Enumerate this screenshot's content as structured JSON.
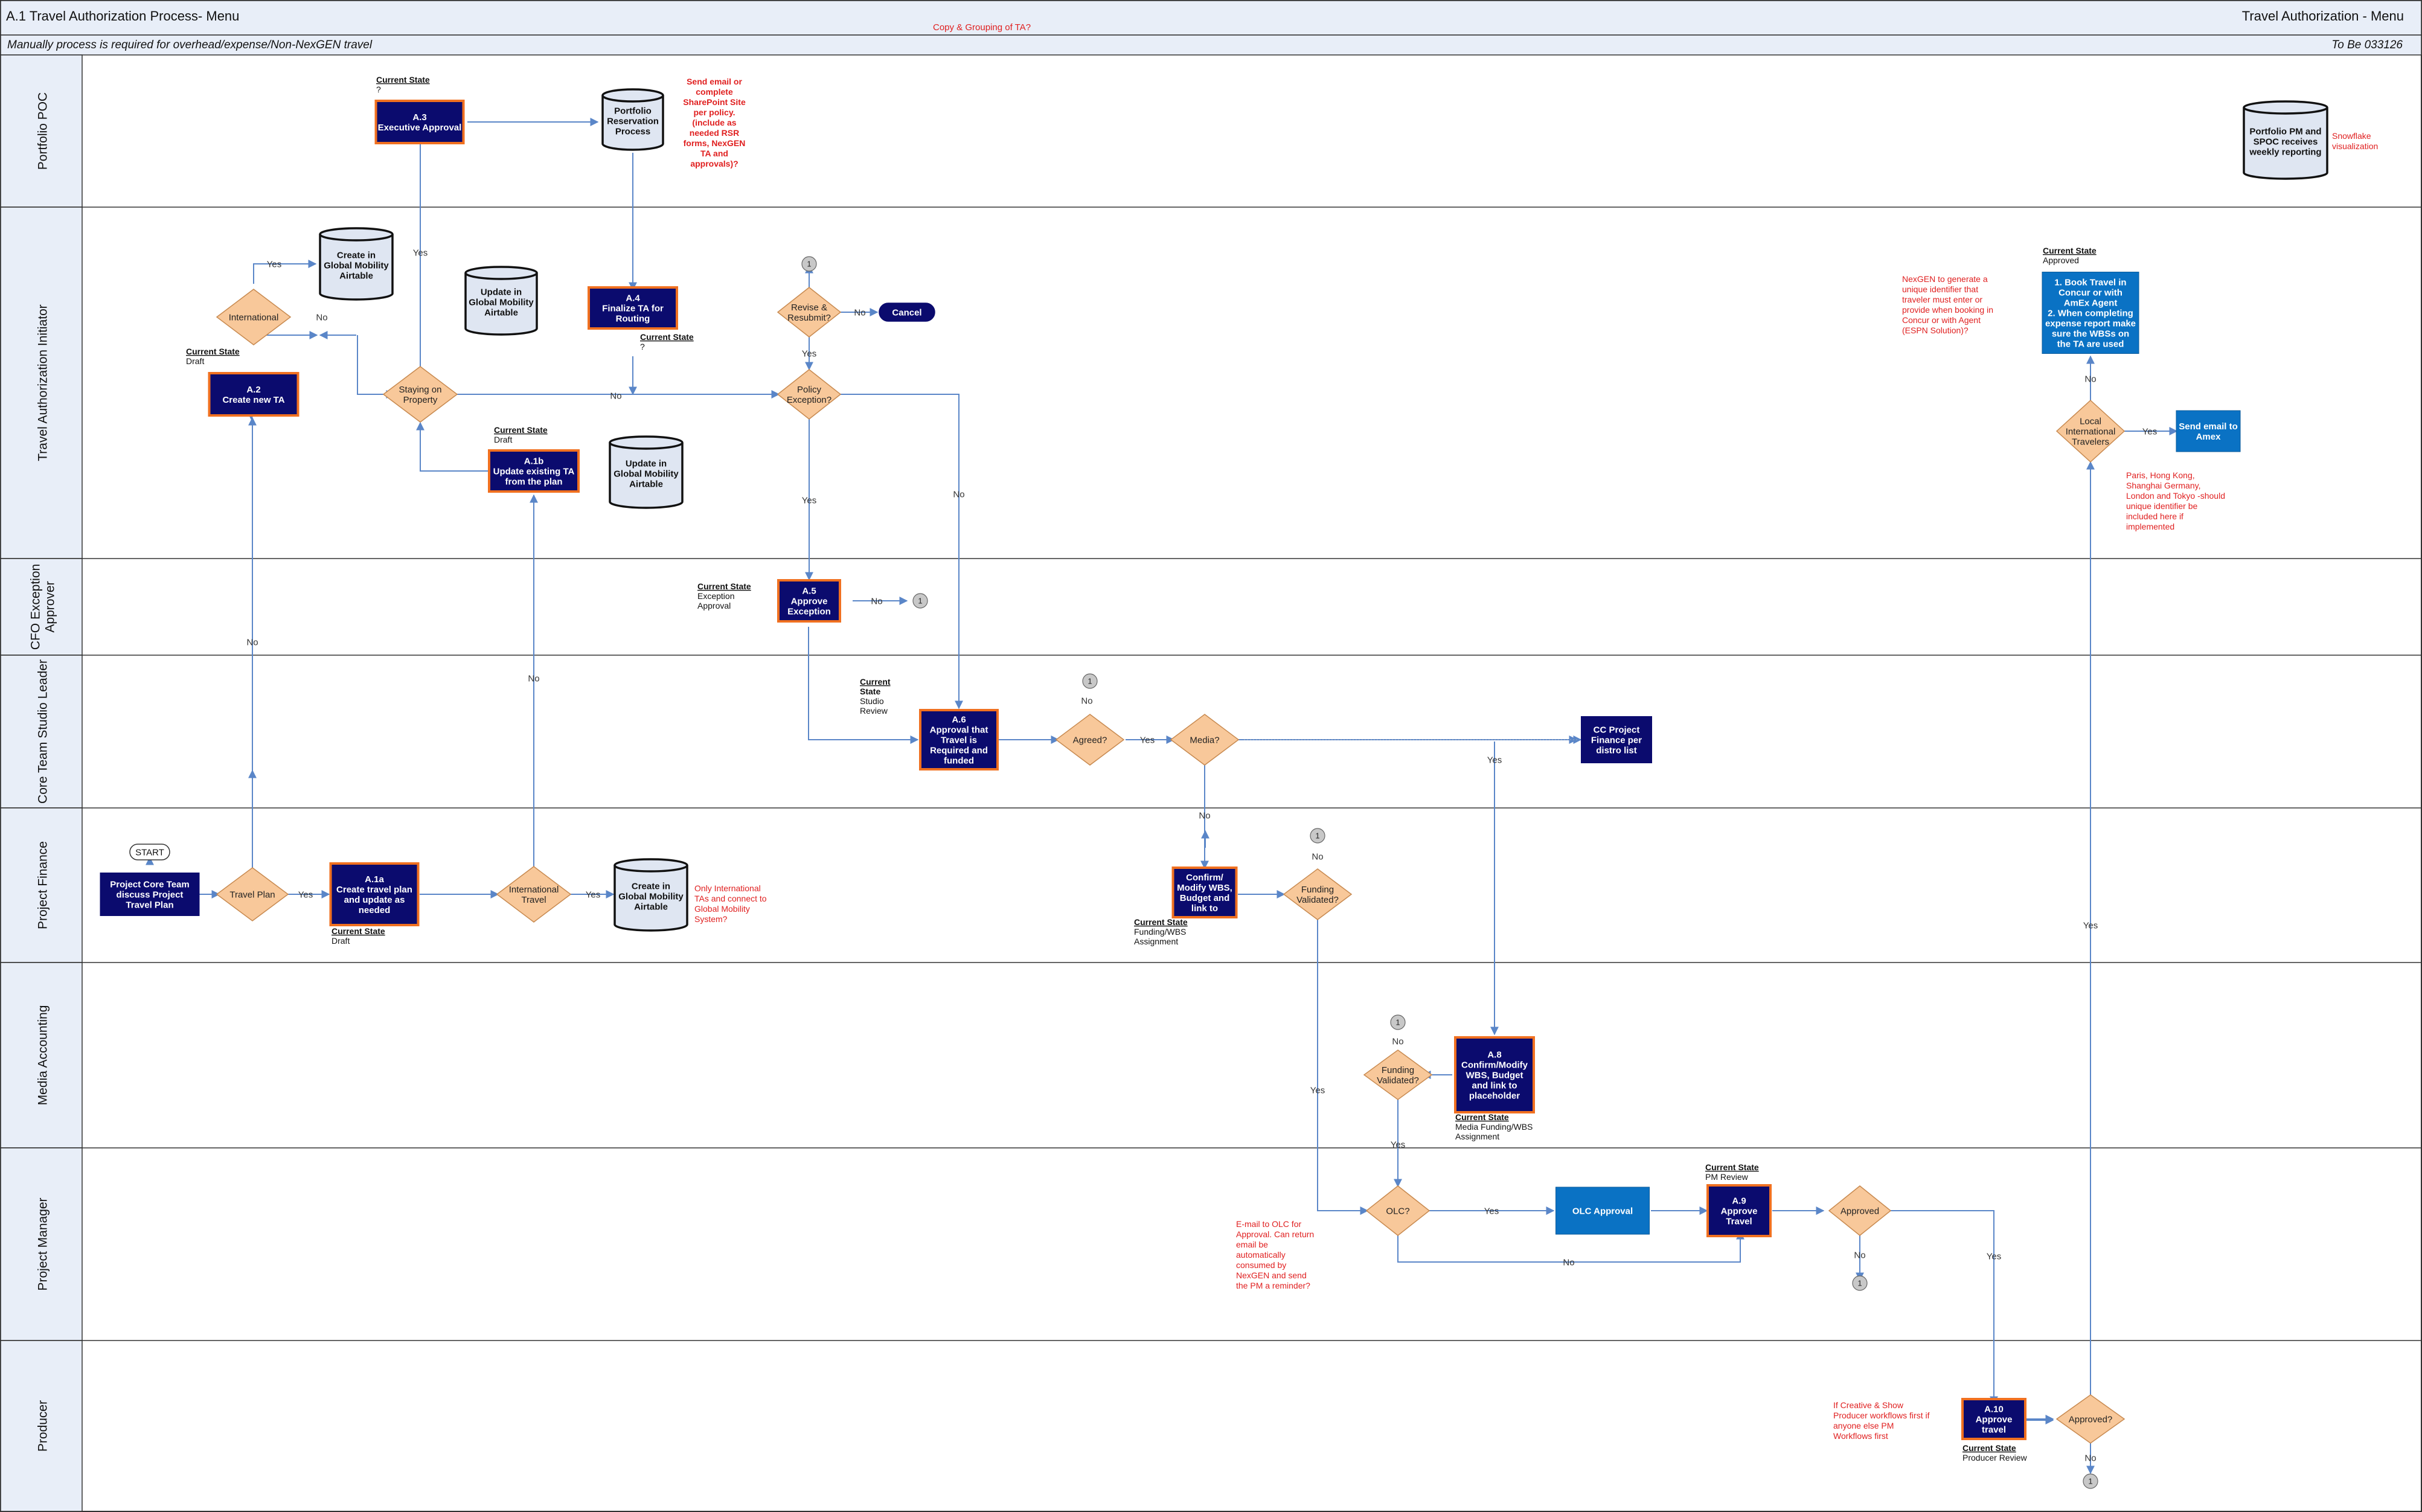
{
  "header": {
    "title": "A.1 Travel Authorization Process- Menu",
    "right_title": "Travel Authorization - Menu",
    "copy_note": "Copy & Grouping of TA?",
    "subtitle": "Manually process is required for overhead/expense/Non-NexGEN travel",
    "tobe": "To Be 033126"
  },
  "lanes": [
    {
      "label": "Portfolio POC"
    },
    {
      "label": "Travel Authorization Initiator"
    },
    {
      "label": "CFO Exception\nApprover"
    },
    {
      "label": "Core Team Studio Leader"
    },
    {
      "label": "Project Finance"
    },
    {
      "label": "Media Accounting"
    },
    {
      "label": "Project Manager"
    },
    {
      "label": "Producer"
    }
  ],
  "nodes": {
    "a3": {
      "label": "A.3\nExecutive Approval"
    },
    "portfolio_reservation": {
      "label": "Portfolio\nReservation\nProcess"
    },
    "portfolio_pm": {
      "label": "Portfolio PM and\nSPOC receives\nweekly reporting"
    },
    "create_global_1": {
      "label": "Create in\nGlobal Mobility\nAirtable"
    },
    "international_1": {
      "label": "International"
    },
    "a2": {
      "label": "A.2\nCreate new TA"
    },
    "staying": {
      "label": "Staying on\nProperty"
    },
    "update_global_1": {
      "label": "Update in\nGlobal Mobility\nAirtable"
    },
    "a4": {
      "label": "A.4\nFinalize TA for\nRouting"
    },
    "a1b": {
      "label": "A.1b\nUpdate existing TA\nfrom the plan"
    },
    "update_global_2": {
      "label": "Update in\nGlobal Mobility\nAirtable"
    },
    "revise": {
      "label": "Revise &\nResubmit?"
    },
    "cancel": {
      "label": "Cancel"
    },
    "policy": {
      "label": "Policy\nException?"
    },
    "book_travel": {
      "label": "1. Book Travel in\nConcur or with\nAmEx Agent\n2. When completing\nexpense report make\nsure the WBSs on\nthe TA are used"
    },
    "local_intl": {
      "label": "Local\nInternational\nTravelers"
    },
    "send_amex": {
      "label": "Send email to\nAmex"
    },
    "a5": {
      "label": "A.5\nApprove\nException"
    },
    "a6": {
      "label": "A.6\nApproval that\nTravel is\nRequired and\nfunded"
    },
    "agreed": {
      "label": "Agreed?"
    },
    "media": {
      "label": "Media?"
    },
    "cc_finance": {
      "label": "CC Project\nFinance per\ndistro list"
    },
    "start": {
      "label": "START"
    },
    "project_core": {
      "label": "Project Core Team\ndiscuss Project\nTravel Plan"
    },
    "travel_plan": {
      "label": "Travel Plan"
    },
    "a1a": {
      "label": "A.1a\nCreate travel plan\nand update as\nneeded"
    },
    "intl_travel": {
      "label": "International\nTravel"
    },
    "create_global_2": {
      "label": "Create in\nGlobal Mobility\nAirtable"
    },
    "confirm_wbs": {
      "label": "Confirm/\nModify WBS,\nBudget and\nlink to"
    },
    "funding_1": {
      "label": "Funding\nValidated?"
    },
    "a8": {
      "label": "A.8\nConfirm/Modify\nWBS, Budget\nand link to\nplaceholder"
    },
    "funding_2": {
      "label": "Funding\nValidated?"
    },
    "olc": {
      "label": "OLC?"
    },
    "olc_approval": {
      "label": "OLC Approval"
    },
    "a9": {
      "label": "A.9\nApprove\nTravel"
    },
    "approved_pm": {
      "label": "Approved"
    },
    "a10": {
      "label": "A.10\nApprove\ntravel"
    },
    "approved_prod": {
      "label": "Approved?"
    }
  },
  "connector_label": "1",
  "edge_labels": {
    "yes": "Yes",
    "no": "No"
  },
  "states": {
    "a3": {
      "heading": "Current State",
      "value": "?"
    },
    "a2": {
      "heading": "Current State",
      "value": "Draft"
    },
    "a4": {
      "heading": "Current State",
      "value": "?"
    },
    "a1b": {
      "heading": "Current State",
      "value": "Draft"
    },
    "book": {
      "heading": "Current State",
      "value": "Approved"
    },
    "a5": {
      "heading": "Current State",
      "value": "Exception\nApproval"
    },
    "a6": {
      "heading": "Current\nState",
      "value": "Studio\nReview"
    },
    "a1a": {
      "heading": "Current State",
      "value": "Draft"
    },
    "confirm": {
      "heading": "Current State",
      "value": "Funding/WBS\nAssignment"
    },
    "a8": {
      "heading": "Current State",
      "value": "Media Funding/WBS\nAssignment"
    },
    "a9": {
      "heading": "Current State",
      "value": "PM Review"
    },
    "a10": {
      "heading": "Current State",
      "value": "Producer Review"
    }
  },
  "notes": {
    "send_email": "Send email or\ncomplete\nSharePoint Site\nper policy.\n(include as\nneeded RSR\nforms, NexGEN\nTA and\napprovals)?",
    "snowflake": "Snowflake\nvisualization",
    "nexgen": "NexGEN to generate a\nunique identifier that\ntraveler must enter or\nprovide when booking in\nConcur or with Agent\n(ESPN Solution)?",
    "paris": "Paris, Hong Kong,\nShanghai Germany,\nLondon and Tokyo -should\nunique identifier be\nincluded here if\nimplemented",
    "only_intl": "Only International\nTAs  and connect to\nGlobal Mobility\nSystem?",
    "email_olc": "E-mail to OLC for\nApproval.  Can return\nemail be\nautomatically\nconsumed by\nNexGEN and send\nthe PM  a reminder?",
    "creative": "If Creative & Show\nProducer workflows first if\nanyone else PM\nWorkflows first"
  },
  "colors": {
    "navy": "#0b0b6e",
    "orange_border": "#f07020",
    "blue": "#0a72c4",
    "diamond": "#f8c89a",
    "diamond_stroke": "#c88a50",
    "cylinder": "#dfe6f2",
    "lane_bg": "#e8eef8",
    "line": "#5a86c8",
    "red": "#e02020"
  }
}
